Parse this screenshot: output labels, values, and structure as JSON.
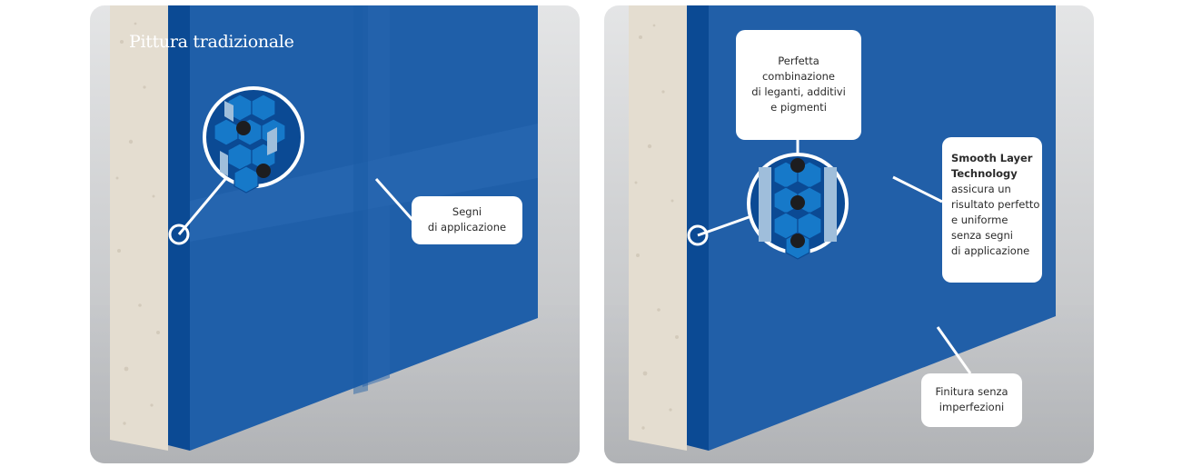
{
  "colors": {
    "wall_blue": "#1f5fa9",
    "wall_edge": "#0b4a94",
    "plaster": "#e4ddd0",
    "background": "#c9cbce",
    "callout_bg": "#ffffff"
  },
  "left_panel": {
    "title": "Pittura tradizionale",
    "callout_marks": {
      "line1": "Segni",
      "line2": "di applicazione"
    }
  },
  "right_panel": {
    "callout_mix": {
      "line1": "Perfetta",
      "line2": "combinazione",
      "line3": "di leganti, additivi",
      "line4": "e pigmenti"
    },
    "callout_tech": {
      "line1": "Smooth Layer",
      "line2": "Technology",
      "line3": "assicura un",
      "line4": "risultato perfetto",
      "line5": "e uniforme",
      "line6": "senza segni",
      "line7": "di applicazione"
    },
    "callout_finish": {
      "line1": "Finitura senza",
      "line2": "imperfezioni"
    }
  }
}
